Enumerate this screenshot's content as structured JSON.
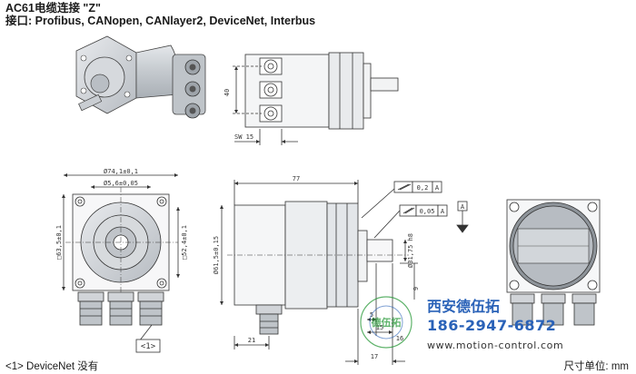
{
  "header": {
    "title": "AC61电缆连接 \"Z\"",
    "subtitle": "接口: Profibus, CANopen, CANlayer2, DeviceNet, Interbus"
  },
  "dimensions": {
    "d40": "40",
    "sw15": "SW 15",
    "d77": "77",
    "d74": "Ø74,1±0,1",
    "d56": "Ø5,6±0,05",
    "d63": "□63,5±0,1",
    "d524": "□52,4±0,1",
    "d615": "Ø61,5±0,15",
    "d3175": "Ø31,75 h8",
    "tol1": "0,2",
    "tol1_ref": "A",
    "tol2": "0,05",
    "tol2_ref": "A",
    "datum": "A",
    "d9": "9",
    "d5": "5",
    "d15": "15",
    "d21": "21",
    "d17": "17",
    "d16": "16",
    "callout": "<1>"
  },
  "footer": {
    "note_left": "<1> DeviceNet 没有",
    "note_right": "尺寸单位: mm"
  },
  "watermark": {
    "company": "西安德伍拓",
    "phone": "186-2947-6872",
    "url": "www.motion-control.com",
    "logo_text": "德伍拓"
  },
  "colors": {
    "line": "#333333",
    "body_fill": "#cfd3d8",
    "dark_fill": "#9aa0a6",
    "watermark_blue": "#2a62b8"
  }
}
